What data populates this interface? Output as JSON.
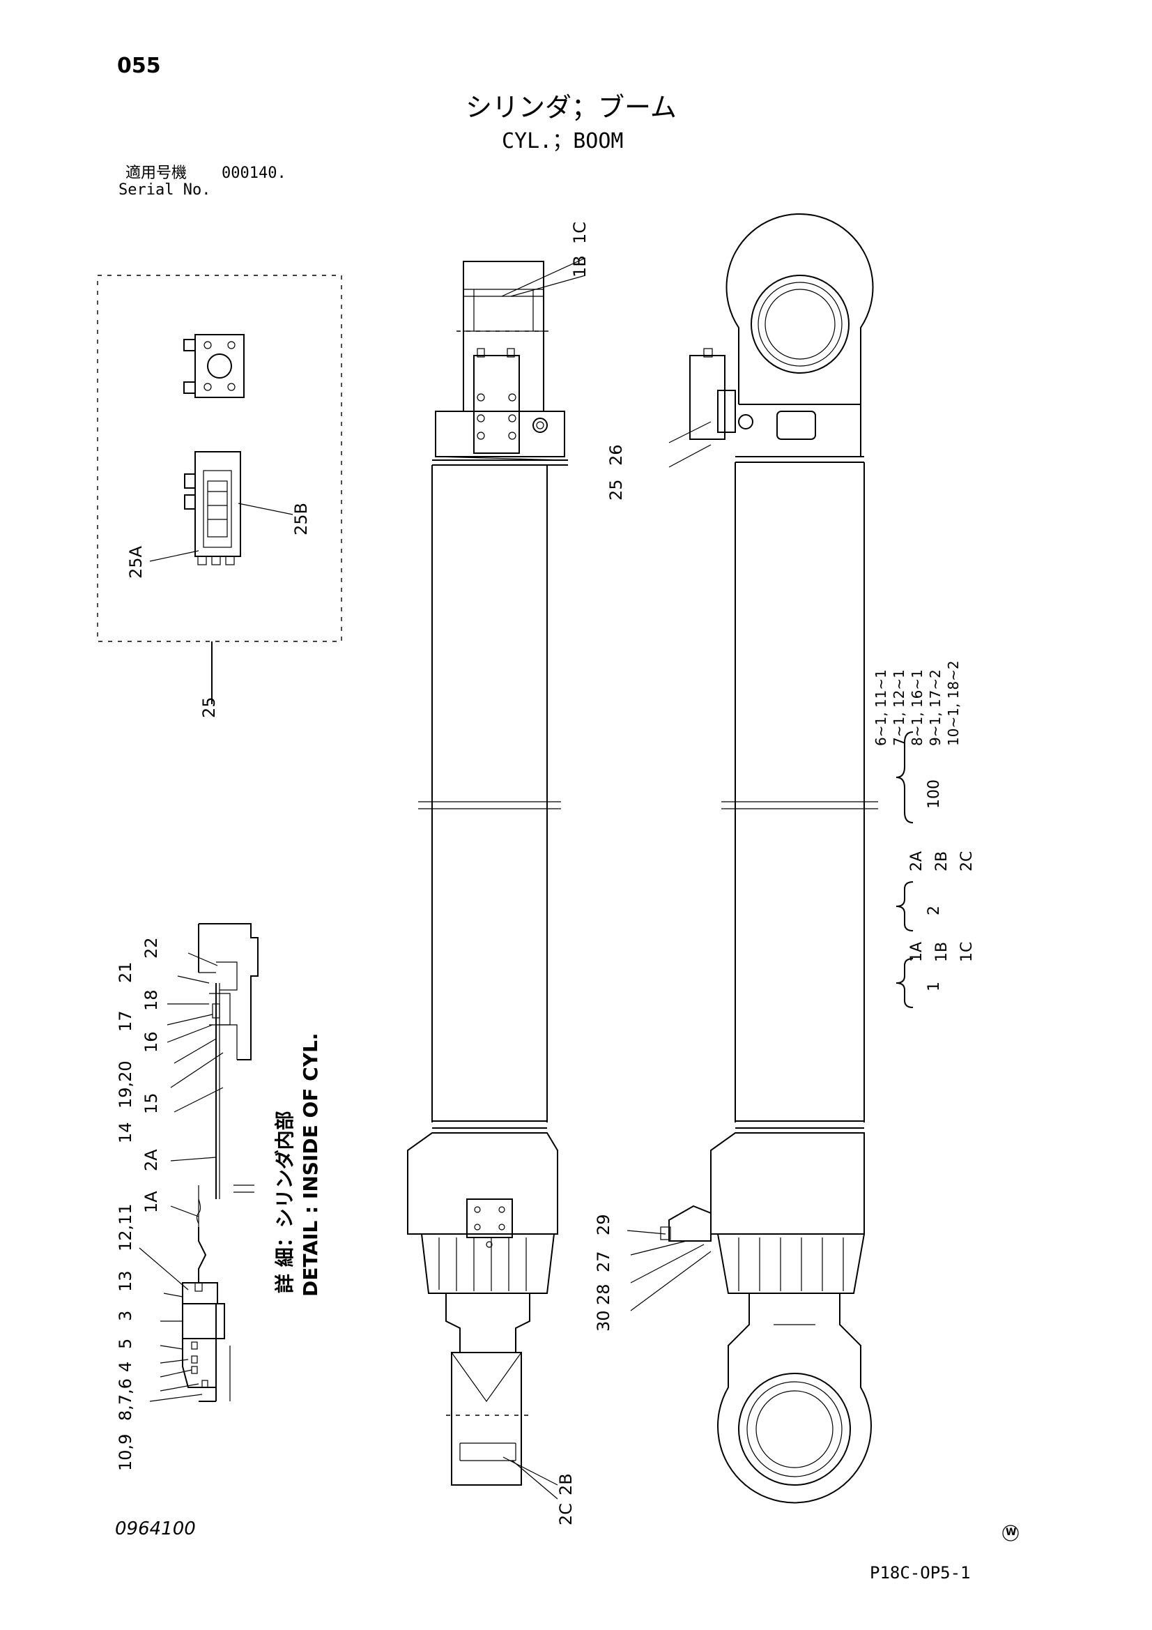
{
  "page_number": "055",
  "title_jp": "シリンダ；ブーム",
  "title_en": "CYL.；BOOM",
  "serial": {
    "label_jp": "適用号機",
    "value": "000140.",
    "label_en": "Serial No."
  },
  "detail_box_callouts": [
    "25A",
    "25B",
    "25"
  ],
  "cylinder_callouts": [
    "1B",
    "1C",
    "2C",
    "2B",
    "25",
    "26",
    "29",
    "27",
    "28",
    "30"
  ],
  "section_callouts": [
    "22",
    "21",
    "18",
    "17",
    "16",
    "19,20",
    "15",
    "14",
    "2A",
    "1A",
    "12,11",
    "13",
    "3",
    "5",
    "4",
    "8,7,6",
    "10,9"
  ],
  "detail_caption_jp": "詳 細：シリンダ内部",
  "detail_caption_en": "DETAIL : INSIDE OF CYL.",
  "legend": {
    "group_1": {
      "main": "1",
      "items": [
        "1A",
        "1B",
        "1C"
      ]
    },
    "group_2": {
      "main": "2",
      "items": [
        "2A",
        "2B",
        "2C"
      ]
    },
    "group_100": {
      "main": "100",
      "items": [
        "6~1, 11~1",
        "7~1, 12~1",
        "8~1, 16~1",
        "9~1, 17~2",
        "10~1, 18~2"
      ]
    }
  },
  "drawing_number": "0964100",
  "watermark_symbol": "W",
  "page_code": "P18C-OP5-1"
}
